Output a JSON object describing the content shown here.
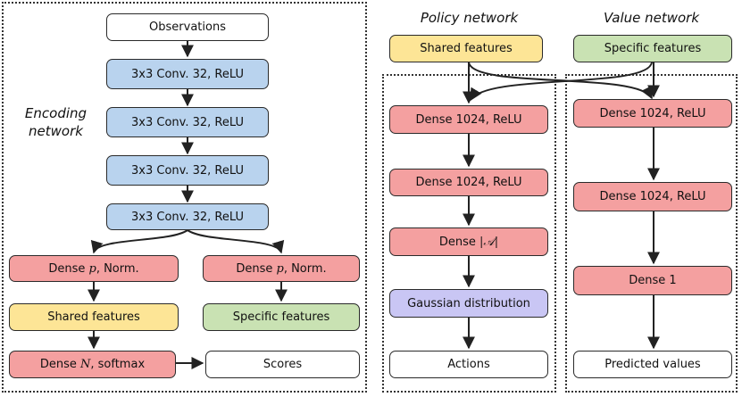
{
  "encoding": {
    "title_line1": "Encoding",
    "title_line2": "network",
    "observations": "Observations",
    "conv1": "3x3 Conv. 32, ReLU",
    "conv2": "3x3 Conv. 32, ReLU",
    "conv3": "3x3 Conv. 32, ReLU",
    "conv4": "3x3 Conv. 32, ReLU",
    "dense_left_prefix": "Dense ",
    "dense_left_var": "p",
    "dense_left_suffix": ", Norm.",
    "dense_right_prefix": "Dense ",
    "dense_right_var": "p",
    "dense_right_suffix": ", Norm.",
    "shared_features": "Shared features",
    "specific_features": "Specific features",
    "dense_softmax_prefix": "Dense ",
    "dense_softmax_var": "N",
    "dense_softmax_suffix": ", softmax",
    "scores": "Scores"
  },
  "policy": {
    "title": "Policy network",
    "input": "Shared features",
    "dense1": "Dense 1024, ReLU",
    "dense2": "Dense 1024, ReLU",
    "dense3_prefix": "Dense ",
    "dense3_var": "|𝒜|",
    "gaussian": "Gaussian distribution",
    "actions": "Actions"
  },
  "value": {
    "title": "Value network",
    "input": "Specific features",
    "dense1": "Dense 1024, ReLU",
    "dense2": "Dense 1024, ReLU",
    "dense3": "Dense 1",
    "output": "Predicted values"
  }
}
